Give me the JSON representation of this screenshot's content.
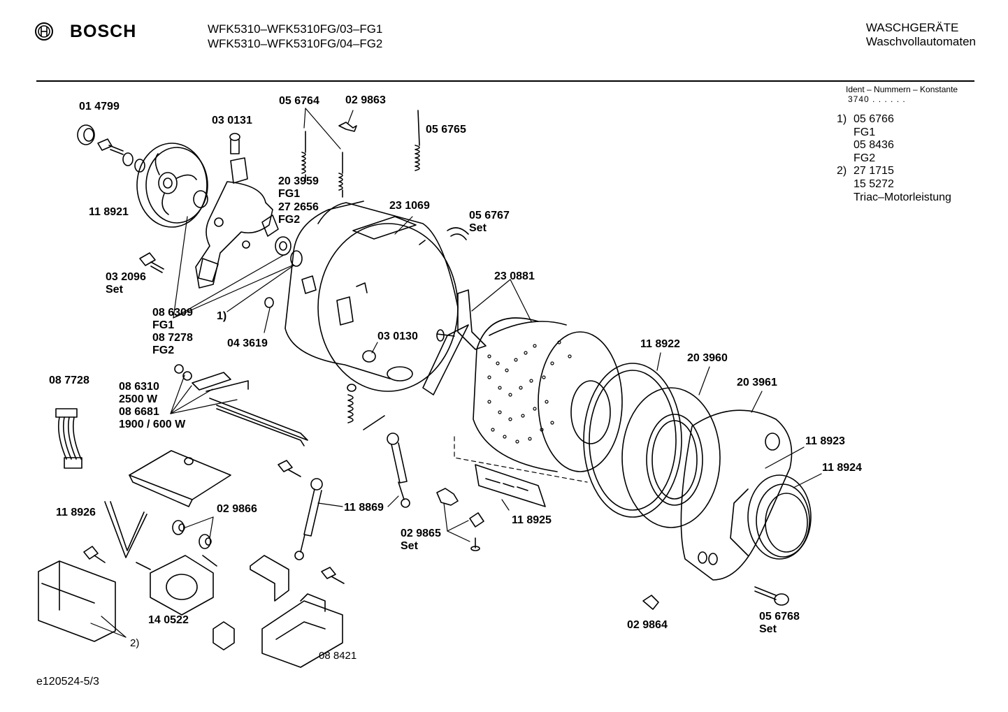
{
  "header": {
    "brand": "BOSCH",
    "models": [
      "WFK5310–WFK5310FG/03–FG1",
      "WFK5310–WFK5310FG/04–FG2"
    ],
    "category_upper": "WASCHGERÄTE",
    "category_sub": "Waschvollautomaten"
  },
  "ident": {
    "heading": "Ident – Nummern – Konstante",
    "constant": "3740 . . . . . ."
  },
  "notes": [
    {
      "key": "1)",
      "value": "05 6766"
    },
    {
      "key": "",
      "value": "FG1"
    },
    {
      "key": "",
      "value": "05 8436"
    },
    {
      "key": "",
      "value": "FG2"
    },
    {
      "key": "2)",
      "value": "27 1715"
    },
    {
      "key": "",
      "value": "15 5272"
    },
    {
      "key": "",
      "value": "Triac–Motorleistung"
    }
  ],
  "parts": {
    "p014799": "01 4799",
    "p030131": "03 0131",
    "p056764": "05 6764",
    "p029863": "02 9863",
    "p056765": "05 6765",
    "p118921": "11 8921",
    "p203959": "20 3959",
    "fg1_a": "FG1",
    "p272656": "27 2656",
    "fg2_a": "FG2",
    "p231069": "23 1069",
    "p056767": "05 6767",
    "set_a": "Set",
    "p032096": "03 2096",
    "set_b": "Set",
    "p230881": "23 0881",
    "p086309": "08 6309",
    "fg1_b": "FG1",
    "p087278": "08 7278",
    "fg2_b": "FG2",
    "ref1": "1)",
    "p043619": "04 3619",
    "p030130": "03 0130",
    "p118922": "11 8922",
    "p203960": "20 3960",
    "p203961": "20 3961",
    "p087728": "08 7728",
    "p086310": "08 6310",
    "w2500": "2500 W",
    "p086681": "08 6681",
    "w1900": "1900 / 600 W",
    "p118923": "11 8923",
    "p118924": "11 8924",
    "p118869": "11 8869",
    "p118925": "11 8925",
    "p118926": "11 8926",
    "p029866": "02 9866",
    "p029865": "02 9865",
    "set_c": "Set",
    "p140522": "14 0522",
    "p029864": "02 9864",
    "p056768": "05 6768",
    "set_d": "Set",
    "ref2": "2)",
    "p088421": "08 8421"
  },
  "footer": {
    "code": "e120524-5/3"
  }
}
